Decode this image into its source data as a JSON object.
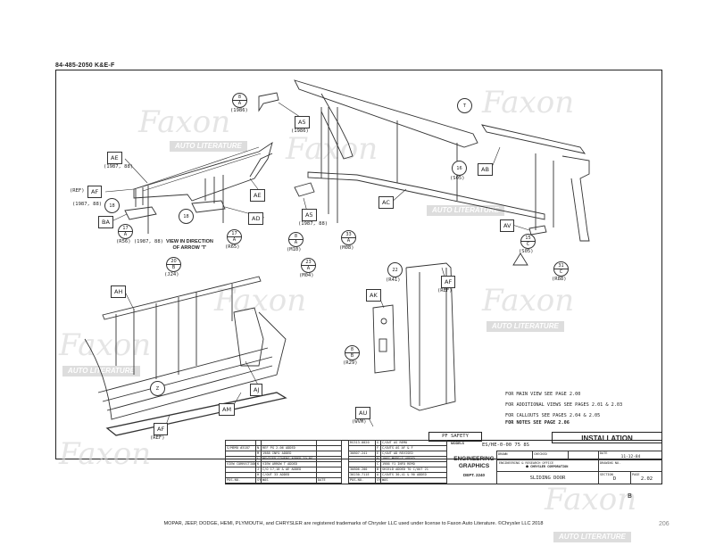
{
  "document": {
    "doc_number": "84-485-2050 K&E-F",
    "footer": "MOPAR, JEEP, DODGE, HEMI, PLYMOUTH, and CHRYSLER are registered trademarks of Chrysler LLC used under license to Faxon Auto Literature. ©Chrysler LLC 2018",
    "page_number": "206",
    "corner_mark": "ʙ",
    "watermark": {
      "brand": "Faxon",
      "tagline": "AUTO LITERATURE"
    }
  },
  "drawing": {
    "view_note": [
      "VIEW IN DIRECTION",
      "OF ARROW 'T'"
    ],
    "boxes": [
      {
        "label": "AE",
        "sub": "(1987, 88)"
      },
      {
        "label": "AF",
        "sub": "(REF)"
      },
      {
        "label": "BA",
        "sub": ""
      },
      {
        "label": "AE",
        "sub": ""
      },
      {
        "label": "AD",
        "sub": ""
      },
      {
        "label": "A5",
        "sub": "(1986)"
      },
      {
        "label": "A5",
        "sub": "(1987, 88)"
      },
      {
        "label": "AC",
        "sub": ""
      },
      {
        "label": "AB",
        "sub": ""
      },
      {
        "label": "AV",
        "sub": ""
      },
      {
        "label": "AH",
        "sub": ""
      },
      {
        "label": "AJ",
        "sub": ""
      },
      {
        "label": "AM",
        "sub": ""
      },
      {
        "label": "AF",
        "sub": "(REF)"
      },
      {
        "label": "AK",
        "sub": ""
      },
      {
        "label": "AF",
        "sub": "(REF)"
      },
      {
        "label": "AU",
        "sub": "(WVM)"
      }
    ],
    "circles": [
      {
        "top": "8",
        "bottom": "A",
        "sub": "(1986)"
      },
      {
        "top": "18",
        "bottom": "",
        "sub": "(1987, 88)"
      },
      {
        "top": "18",
        "bottom": "",
        "sub": ""
      },
      {
        "top": "17",
        "bottom": "A",
        "sub": "(R56) (1987, 88)"
      },
      {
        "top": "17",
        "bottom": "A",
        "sub": "(R65)"
      },
      {
        "top": "8",
        "bottom": "A",
        "sub": "(M10)"
      },
      {
        "top": "33",
        "bottom": "A",
        "sub": "(M08)"
      },
      {
        "top": "23",
        "bottom": "A",
        "sub": "(M04)"
      },
      {
        "top": "16",
        "bottom": "",
        "sub": "(S05)"
      },
      {
        "top": "15",
        "bottom": "C",
        "sub": "(S05)"
      },
      {
        "top": "31",
        "bottom": "C",
        "sub": "(R88)"
      },
      {
        "top": "20",
        "bottom": "B",
        "sub": "(J24)"
      },
      {
        "top": "22",
        "bottom": "",
        "sub": "(R41)"
      },
      {
        "top": "8",
        "bottom": "B",
        "sub": "(R29)"
      },
      {
        "top": "T",
        "bottom": "",
        "sub": ""
      },
      {
        "top": "Z",
        "bottom": "",
        "sub": ""
      }
    ]
  },
  "notes": [
    "FOR MAIN VIEW SEE PAGE 2.00",
    "FOR ADDITIONAL VIEWS SEE PAGES 2.01 & 2.03",
    "FOR CALLOUTS SEE PAGES 2.04 & 2.05",
    "FOR NOTES SEE PAGE 2.06"
  ],
  "title_block": {
    "installation": "INSTALLATION",
    "pf_safety": "PF SAFETY",
    "models_label": "MODELS",
    "models": "ES/HE-0-00 75 8S",
    "engineering": "ENGINEERING",
    "graphics": "GRAPHICS",
    "dept": "DEPT. 2240",
    "drawn_label": "DRAWN",
    "checked_label": "CHECKED",
    "date_label": "DATE",
    "date": "11-12-84",
    "office": "ENGINEERING & RESEARCH OFFICE",
    "company": "CHRYSLER CORPORATION",
    "drawing_no_label": "DRAWING NO.",
    "title": "SLIDING DOOR",
    "section_label": "SECTION",
    "section": "D",
    "page_label": "PAGE",
    "page": "2.02",
    "revisions_left": [
      [
        "",
        "",
        "",
        ""
      ],
      [
        "S/MEMO #3187",
        "N",
        "REF PG 2.06 ADDED",
        ""
      ],
      [
        "",
        "M",
        "1988 INFO ADDED",
        ""
      ],
      [
        "",
        "L",
        "REVISED-COVERS ADDED TO PG",
        ""
      ],
      [
        "VIEW CORRECTION",
        "K",
        "VIEW ARROW T ADDED",
        ""
      ],
      [
        "",
        "J",
        "C/O 17,18 & AE ADDED",
        ""
      ],
      [
        "",
        "H",
        "C/OUT 33 ADDED",
        ""
      ],
      [
        "POS.NO.",
        "SY",
        "WAS",
        "DATE"
      ]
    ],
    "revisions_right": [
      [
        "RS313-0020",
        "G",
        "C/OUT AS REMO"
      ],
      [
        "",
        "F",
        "C/OUTS AS AF & F"
      ],
      [
        "30807-241",
        "E",
        "C/OUT AD REVISED"
      ],
      [
        "",
        "D",
        "1987 MODELS ADDED"
      ],
      [
        "",
        "C",
        "1986 Y1 INFO REMO"
      ],
      [
        "30806-200",
        "B",
        "SHIELD ADDED TO C/OUT 21"
      ],
      [
        "30230-711E",
        "A",
        "C/OUTS 30,41 & 90 ADDED"
      ],
      [
        "POS.NO.",
        "SY",
        "WAS"
      ]
    ]
  }
}
